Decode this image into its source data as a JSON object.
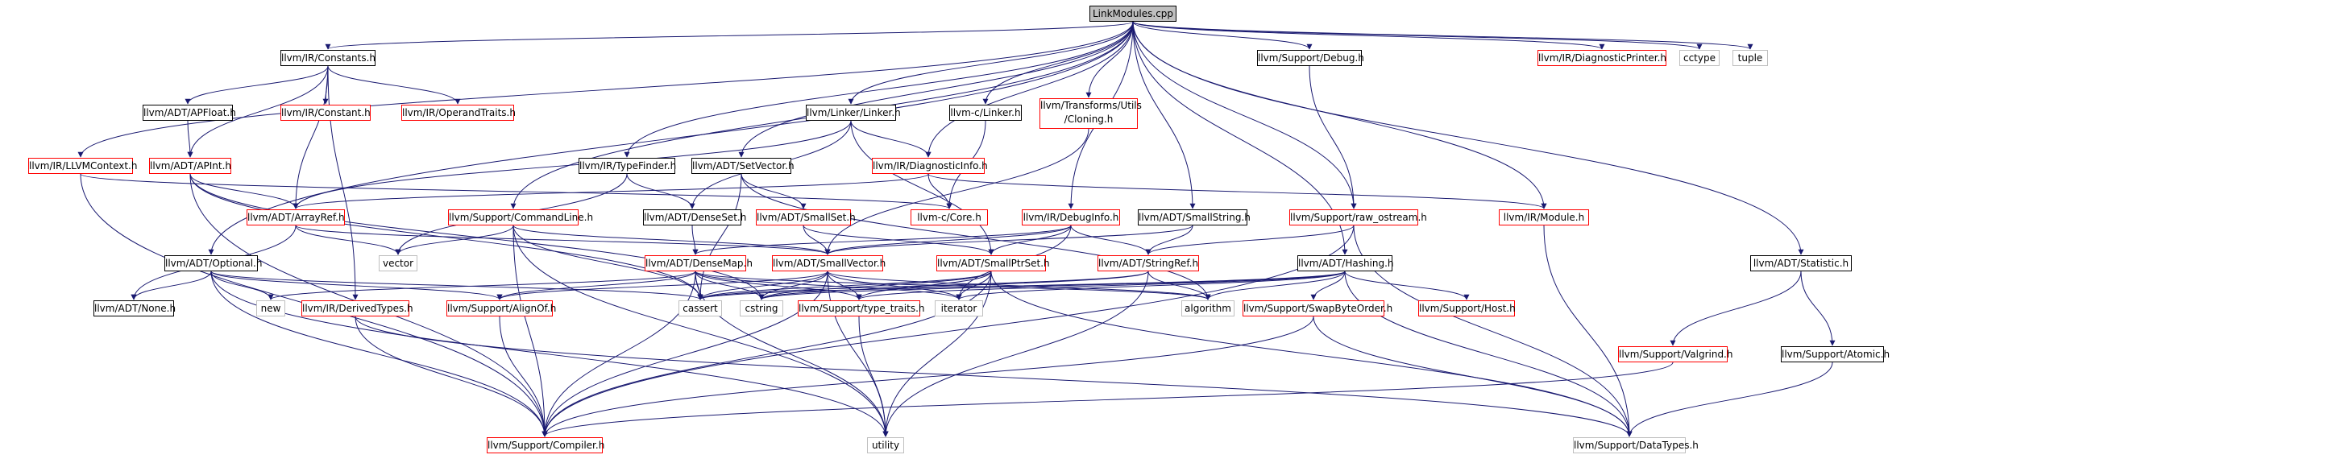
{
  "colors": {
    "edge": "#191970",
    "root_fill": "#bfbfbf",
    "red_border": "#ff0000",
    "gray_border": "#bfbfbf"
  },
  "nodes": [
    {
      "id": "linkmodules",
      "label": "LinkModules.cpp",
      "style": "root"
    },
    {
      "id": "constants",
      "label": "llvm/IR/Constants.h",
      "style": "black"
    },
    {
      "id": "llvmcontext",
      "label": "llvm/IR/LLVMContext.h",
      "style": "red"
    },
    {
      "id": "apfloat",
      "label": "llvm/ADT/APFloat.h",
      "style": "black"
    },
    {
      "id": "irconstant",
      "label": "llvm/IR/Constant.h",
      "style": "red"
    },
    {
      "id": "operandtraits",
      "label": "llvm/IR/OperandTraits.h",
      "style": "red"
    },
    {
      "id": "apint",
      "label": "llvm/ADT/APInt.h",
      "style": "red"
    },
    {
      "id": "optional",
      "label": "llvm/ADT/Optional.h",
      "style": "black"
    },
    {
      "id": "arrayref",
      "label": "llvm/ADT/ArrayRef.h",
      "style": "red"
    },
    {
      "id": "none",
      "label": "llvm/ADT/None.h",
      "style": "black"
    },
    {
      "id": "new",
      "label": "new",
      "style": "gray"
    },
    {
      "id": "derivedtypes",
      "label": "llvm/IR/DerivedTypes.h",
      "style": "red"
    },
    {
      "id": "compiler",
      "label": "llvm/Support/Compiler.h",
      "style": "red"
    },
    {
      "id": "vector",
      "label": "vector",
      "style": "gray"
    },
    {
      "id": "typefinder",
      "label": "llvm/IR/TypeFinder.h",
      "style": "black"
    },
    {
      "id": "commandline",
      "label": "llvm/Support/CommandLine.h",
      "style": "red"
    },
    {
      "id": "linker",
      "label": "llvm/Linker/Linker.h",
      "style": "black"
    },
    {
      "id": "setvector",
      "label": "llvm/ADT/SetVector.h",
      "style": "black"
    },
    {
      "id": "densemap",
      "label": "llvm/ADT/DenseMap.h",
      "style": "red"
    },
    {
      "id": "alignof",
      "label": "llvm/Support/AlignOf.h",
      "style": "red"
    },
    {
      "id": "cassert",
      "label": "cassert",
      "style": "gray"
    },
    {
      "id": "cstring",
      "label": "cstring",
      "style": "gray"
    },
    {
      "id": "utility",
      "label": "utility",
      "style": "gray"
    },
    {
      "id": "denseset",
      "label": "llvm/ADT/DenseSet.h",
      "style": "black"
    },
    {
      "id": "smallset",
      "label": "llvm/ADT/SmallSet.h",
      "style": "red"
    },
    {
      "id": "smallvector",
      "label": "llvm/ADT/SmallVector.h",
      "style": "red"
    },
    {
      "id": "typetraits",
      "label": "llvm/Support/type_traits.h",
      "style": "red"
    },
    {
      "id": "iterator",
      "label": "iterator",
      "style": "gray"
    },
    {
      "id": "diaginfo",
      "label": "llvm/IR/DiagnosticInfo.h",
      "style": "red"
    },
    {
      "id": "ccore",
      "label": "llvm-c/Core.h",
      "style": "red"
    },
    {
      "id": "clinker",
      "label": "llvm-c/Linker.h",
      "style": "black"
    },
    {
      "id": "cloning",
      "label": "llvm/Transforms/Utils\n/Cloning.h",
      "style": "red"
    },
    {
      "id": "debuginfo",
      "label": "llvm/IR/DebugInfo.h",
      "style": "red"
    },
    {
      "id": "smallptrset",
      "label": "llvm/ADT/SmallPtrSet.h",
      "style": "red"
    },
    {
      "id": "stringref",
      "label": "llvm/ADT/StringRef.h",
      "style": "red"
    },
    {
      "id": "smallstring",
      "label": "llvm/ADT/SmallString.h",
      "style": "black"
    },
    {
      "id": "algorithm",
      "label": "algorithm",
      "style": "gray"
    },
    {
      "id": "debug",
      "label": "llvm/Support/Debug.h",
      "style": "black"
    },
    {
      "id": "rawostream",
      "label": "llvm/Support/raw_ostream.h",
      "style": "red"
    },
    {
      "id": "hashing",
      "label": "llvm/ADT/Hashing.h",
      "style": "black"
    },
    {
      "id": "swapbyteorder",
      "label": "llvm/Support/SwapByteOrder.h",
      "style": "red"
    },
    {
      "id": "host",
      "label": "llvm/Support/Host.h",
      "style": "red"
    },
    {
      "id": "datatypes",
      "label": "llvm/Support/DataTypes.h",
      "style": "gray"
    },
    {
      "id": "diagprinter",
      "label": "llvm/IR/DiagnosticPrinter.h",
      "style": "red"
    },
    {
      "id": "cctype",
      "label": "cctype",
      "style": "gray"
    },
    {
      "id": "tuple",
      "label": "tuple",
      "style": "gray"
    },
    {
      "id": "irmodule",
      "label": "llvm/IR/Module.h",
      "style": "red"
    },
    {
      "id": "statistic",
      "label": "llvm/ADT/Statistic.h",
      "style": "black"
    },
    {
      "id": "valgrind",
      "label": "llvm/Support/Valgrind.h",
      "style": "red"
    },
    {
      "id": "atomic",
      "label": "llvm/Support/Atomic.h",
      "style": "black"
    }
  ],
  "edges": [
    [
      "linkmodules",
      "constants"
    ],
    [
      "linkmodules",
      "llvmcontext"
    ],
    [
      "linkmodules",
      "optional"
    ],
    [
      "linkmodules",
      "typefinder"
    ],
    [
      "linkmodules",
      "commandline"
    ],
    [
      "linkmodules",
      "linker"
    ],
    [
      "linkmodules",
      "setvector"
    ],
    [
      "linkmodules",
      "diaginfo"
    ],
    [
      "linkmodules",
      "clinker"
    ],
    [
      "linkmodules",
      "cloning"
    ],
    [
      "linkmodules",
      "debuginfo"
    ],
    [
      "linkmodules",
      "smallstring"
    ],
    [
      "linkmodules",
      "debug"
    ],
    [
      "linkmodules",
      "rawostream"
    ],
    [
      "linkmodules",
      "hashing"
    ],
    [
      "linkmodules",
      "diagprinter"
    ],
    [
      "linkmodules",
      "cctype"
    ],
    [
      "linkmodules",
      "tuple"
    ],
    [
      "linkmodules",
      "irmodule"
    ],
    [
      "linkmodules",
      "statistic"
    ],
    [
      "constants",
      "apfloat"
    ],
    [
      "constants",
      "irconstant"
    ],
    [
      "constants",
      "operandtraits"
    ],
    [
      "constants",
      "apint"
    ],
    [
      "constants",
      "arrayref"
    ],
    [
      "constants",
      "derivedtypes"
    ],
    [
      "apfloat",
      "apint"
    ],
    [
      "apint",
      "arrayref"
    ],
    [
      "apint",
      "compiler"
    ],
    [
      "apint",
      "cassert"
    ],
    [
      "apint",
      "cstring"
    ],
    [
      "llvmcontext",
      "ccore"
    ],
    [
      "llvmcontext",
      "compiler"
    ],
    [
      "arrayref",
      "none"
    ],
    [
      "arrayref",
      "smallvector"
    ],
    [
      "arrayref",
      "vector"
    ],
    [
      "optional",
      "none"
    ],
    [
      "optional",
      "new"
    ],
    [
      "optional",
      "alignof"
    ],
    [
      "optional",
      "compiler"
    ],
    [
      "optional",
      "cassert"
    ],
    [
      "optional",
      "utility"
    ],
    [
      "derivedtypes",
      "compiler"
    ],
    [
      "derivedtypes",
      "datatypes"
    ],
    [
      "typefinder",
      "denseset"
    ],
    [
      "typefinder",
      "vector"
    ],
    [
      "commandline",
      "vector"
    ],
    [
      "commandline",
      "smallvector"
    ],
    [
      "commandline",
      "compiler"
    ],
    [
      "commandline",
      "cassert"
    ],
    [
      "commandline",
      "utility"
    ],
    [
      "linker",
      "arrayref"
    ],
    [
      "linker",
      "denseset"
    ],
    [
      "linker",
      "diaginfo"
    ],
    [
      "linker",
      "smallptrset"
    ],
    [
      "setvector",
      "smallset"
    ],
    [
      "setvector",
      "algorithm"
    ],
    [
      "setvector",
      "cassert"
    ],
    [
      "denseset",
      "densemap"
    ],
    [
      "smallset",
      "smallvector"
    ],
    [
      "smallset",
      "smallptrset"
    ],
    [
      "densemap",
      "alignof"
    ],
    [
      "densemap",
      "compiler"
    ],
    [
      "densemap",
      "typetraits"
    ],
    [
      "densemap",
      "cassert"
    ],
    [
      "densemap",
      "cstring"
    ],
    [
      "densemap",
      "iterator"
    ],
    [
      "densemap",
      "new"
    ],
    [
      "densemap",
      "utility"
    ],
    [
      "densemap",
      "algorithm"
    ],
    [
      "smallvector",
      "alignof"
    ],
    [
      "smallvector",
      "compiler"
    ],
    [
      "smallvector",
      "typetraits"
    ],
    [
      "smallvector",
      "algorithm"
    ],
    [
      "smallvector",
      "cassert"
    ],
    [
      "smallvector",
      "cstring"
    ],
    [
      "smallvector",
      "iterator"
    ],
    [
      "smallvector",
      "utility"
    ],
    [
      "alignof",
      "compiler"
    ],
    [
      "typetraits",
      "utility"
    ],
    [
      "diaginfo",
      "arrayref"
    ],
    [
      "diaginfo",
      "ccore"
    ],
    [
      "diaginfo",
      "irmodule"
    ],
    [
      "clinker",
      "ccore"
    ],
    [
      "cloning",
      "smallvector"
    ],
    [
      "debuginfo",
      "densemap"
    ],
    [
      "debuginfo",
      "smallptrset"
    ],
    [
      "debuginfo",
      "smallvector"
    ],
    [
      "debuginfo",
      "stringref"
    ],
    [
      "debuginfo",
      "iterator"
    ],
    [
      "smallptrset",
      "compiler"
    ],
    [
      "smallptrset",
      "datatypes"
    ],
    [
      "smallptrset",
      "typetraits"
    ],
    [
      "smallptrset",
      "cassert"
    ],
    [
      "smallptrset",
      "cstring"
    ],
    [
      "smallptrset",
      "iterator"
    ],
    [
      "smallptrset",
      "utility"
    ],
    [
      "stringref",
      "algorithm"
    ],
    [
      "stringref",
      "cassert"
    ],
    [
      "stringref",
      "cstring"
    ],
    [
      "stringref",
      "utility"
    ],
    [
      "smallstring",
      "smallvector"
    ],
    [
      "smallstring",
      "stringref"
    ],
    [
      "debug",
      "rawostream"
    ],
    [
      "rawostream",
      "stringref"
    ],
    [
      "rawostream",
      "compiler"
    ],
    [
      "rawostream",
      "datatypes"
    ],
    [
      "hashing",
      "datatypes"
    ],
    [
      "hashing",
      "host"
    ],
    [
      "hashing",
      "swapbyteorder"
    ],
    [
      "hashing",
      "algorithm"
    ],
    [
      "hashing",
      "cassert"
    ],
    [
      "hashing",
      "cstring"
    ],
    [
      "hashing",
      "iterator"
    ],
    [
      "hashing",
      "typetraits"
    ],
    [
      "swapbyteorder",
      "compiler"
    ],
    [
      "swapbyteorder",
      "datatypes"
    ],
    [
      "irmodule",
      "datatypes"
    ],
    [
      "statistic",
      "valgrind"
    ],
    [
      "statistic",
      "atomic"
    ],
    [
      "valgrind",
      "compiler"
    ],
    [
      "atomic",
      "datatypes"
    ]
  ]
}
